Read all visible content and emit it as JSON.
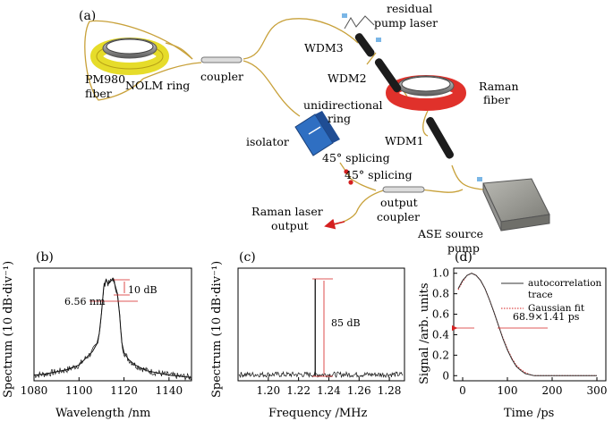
{
  "panel_labels": {
    "a": "(a)",
    "b": "(b)",
    "c": "(c)",
    "d": "(d)"
  },
  "schematic": {
    "pm980_fiber": [
      "PM980",
      "fiber"
    ],
    "nolm_ring": "NOLM ring",
    "coupler": "coupler",
    "residual_pump_laser": [
      "residual",
      "pump laser"
    ],
    "wdm3": "WDM3",
    "wdm2": "WDM2",
    "wdm1": "WDM1",
    "unidirectional_ring": [
      "unidirectional",
      "ring"
    ],
    "raman_fiber": [
      "Raman",
      "fiber"
    ],
    "isolator": "isolator",
    "splice_1": "45° splicing",
    "splice_2": "45° splicing",
    "raman_laser_output": [
      "Raman laser",
      "output"
    ],
    "output_coupler": [
      "output",
      "coupler"
    ],
    "ase_source_pump": [
      "ASE source",
      "pump"
    ],
    "colors": {
      "fiber": "#c8a13a",
      "raman_fiber": "#e0312b",
      "pm_fiber_coil": "#e6dc2a",
      "isolator": "#2f6fc2",
      "wdm": "#1c1c1c",
      "ase_box": "#8a8a85",
      "arrow": "#d42020"
    }
  },
  "chart_data": [
    {
      "id": "b",
      "type": "line",
      "xlabel": "Wavelength /nm",
      "ylabel": "Spectrum (10 dB·div⁻¹)",
      "xlim": [
        1080,
        1150
      ],
      "xticks": [
        1080,
        1100,
        1120,
        1140
      ],
      "annotations": [
        "10 dB",
        "6.56 nm"
      ],
      "x": [
        1080,
        1085,
        1090,
        1095,
        1100,
        1103,
        1106,
        1108,
        1109,
        1110,
        1111,
        1112,
        1113,
        1114,
        1115,
        1116,
        1117,
        1118,
        1119,
        1120,
        1122,
        1125,
        1130,
        1135,
        1140,
        1145,
        1150
      ],
      "y": [
        0.05,
        0.06,
        0.08,
        0.1,
        0.14,
        0.2,
        0.26,
        0.33,
        0.42,
        0.6,
        0.83,
        0.9,
        0.86,
        0.88,
        0.91,
        0.85,
        0.78,
        0.6,
        0.34,
        0.25,
        0.19,
        0.14,
        0.09,
        0.07,
        0.05,
        0.04,
        0.03
      ]
    },
    {
      "id": "c",
      "type": "line",
      "xlabel": "Frequency /MHz",
      "ylabel": "Spectrum (10 dB·div⁻¹)",
      "xlim": [
        1.18,
        1.29
      ],
      "xticks": [
        "1.20",
        "1.22",
        "1.24",
        "1.26",
        "1.28"
      ],
      "peak_frequency_mhz": 1.231,
      "annotations": [
        "85 dB"
      ]
    },
    {
      "id": "d",
      "type": "line",
      "xlabel": "Time /ps",
      "ylabel": "Signal /arb. units",
      "xlim": [
        -20,
        320
      ],
      "ylim": [
        -0.05,
        1.05
      ],
      "xticks": [
        0,
        100,
        200,
        300
      ],
      "yticks": [
        "0",
        "0.2",
        "0.4",
        "0.6",
        "0.8",
        "1.0"
      ],
      "annotations": [
        "68.9×1.41 ps"
      ],
      "series": [
        {
          "name": "autocorrelation trace",
          "style": "solid",
          "color": "#333333",
          "x": [
            -10,
            0,
            10,
            20,
            30,
            40,
            50,
            60,
            70,
            80,
            90,
            100,
            110,
            120,
            130,
            140,
            150,
            160,
            180,
            200,
            250,
            300
          ],
          "y": [
            0.85,
            0.93,
            0.98,
            1.0,
            0.98,
            0.93,
            0.85,
            0.74,
            0.62,
            0.49,
            0.36,
            0.25,
            0.16,
            0.09,
            0.05,
            0.02,
            0.01,
            0.0,
            0.0,
            0.0,
            0.0,
            0.0
          ]
        },
        {
          "name": "Gaussian fit",
          "style": "dotted",
          "color": "#d42020",
          "x": [
            -10,
            0,
            10,
            20,
            30,
            40,
            50,
            60,
            70,
            80,
            90,
            100,
            110,
            120,
            130,
            140,
            150,
            160,
            180,
            200,
            250,
            300
          ],
          "y": [
            0.84,
            0.92,
            0.98,
            1.0,
            0.98,
            0.93,
            0.85,
            0.74,
            0.62,
            0.49,
            0.37,
            0.26,
            0.17,
            0.1,
            0.06,
            0.03,
            0.01,
            0.0,
            0.0,
            0.0,
            0.0,
            0.0
          ]
        }
      ],
      "legend_lines": [
        "autocorrelation",
        "trace",
        "Gaussian fit"
      ]
    }
  ]
}
